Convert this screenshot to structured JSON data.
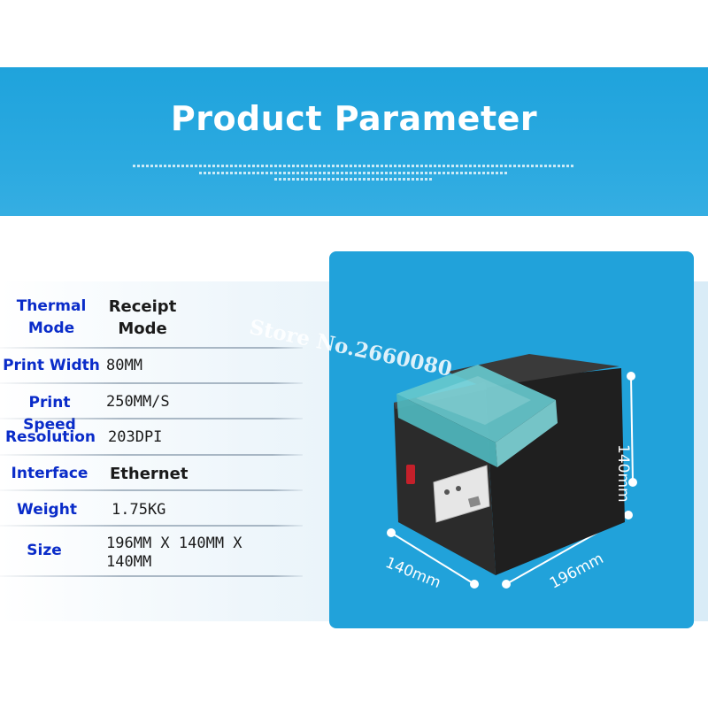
{
  "banner": {
    "title": "Product Parameter"
  },
  "specs": [
    {
      "label": "Thermal Mode",
      "value": "Receipt Mode"
    },
    {
      "label": "Print Width",
      "value": "80MM"
    },
    {
      "label": "Print Speed",
      "value": "250MM/S"
    },
    {
      "label": "Resolution",
      "value": "203DPI"
    },
    {
      "label": "Interface",
      "value": "Ethernet"
    },
    {
      "label": "Weight",
      "value": "1.75KG"
    },
    {
      "label": "Size",
      "value": "196MM X 140MM X 140MM"
    }
  ],
  "watermark": "Store No.2660080",
  "dimensions": {
    "height": "140mm",
    "depth": "140mm",
    "width": "196mm"
  },
  "colors": {
    "banner": "#2aa9e0",
    "panel": "#21a2da",
    "label_blue": "#0a2cc9",
    "printer_body": "#2b2b2b",
    "printer_lid": "#5fc3c8"
  },
  "icons": [
    "printer-product-image",
    "power-switch-icon",
    "dimension-arrow-icon"
  ]
}
